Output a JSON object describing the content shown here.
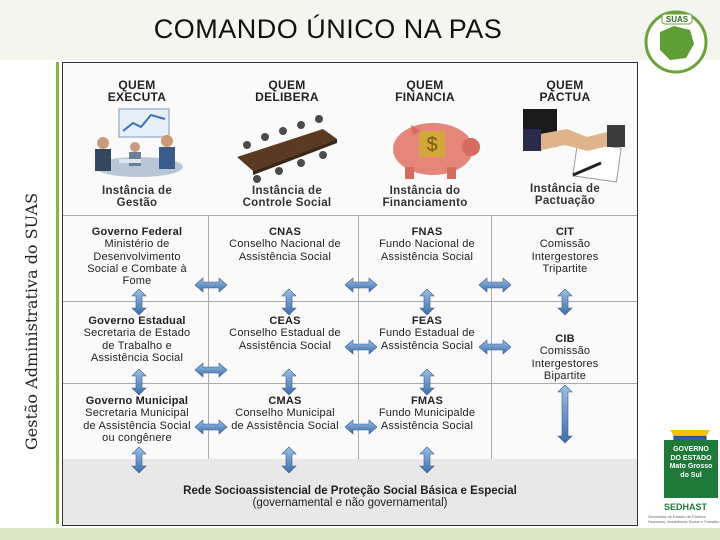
{
  "title": "COMANDO ÚNICO NA PAS",
  "side_label": "Gestão Administrativa do SUAS",
  "columns": [
    {
      "q1": "QUEM",
      "q2": "EXECUTA",
      "inst1": "Instância de",
      "inst2": "Gestão"
    },
    {
      "q1": "QUEM",
      "q2": "DELIBERA",
      "inst1": "Instância de",
      "inst2": "Controle Social"
    },
    {
      "q1": "QUEM",
      "q2": "FINANCIA",
      "inst1": "Instância do",
      "inst2": "Financiamento"
    },
    {
      "q1": "QUEM",
      "q2": "PACTUA",
      "inst1": "Instância de",
      "inst2": "Pactuação"
    }
  ],
  "federal": {
    "gestao": {
      "head": "Governo Federal",
      "l1": "Ministério de",
      "l2": "Desenvolvimento",
      "l3": "Social e Combate à",
      "l4": "Fome"
    },
    "controle": {
      "head": "CNAS",
      "l1": "Conselho Nacional de",
      "l2": "Assistência Social"
    },
    "fin": {
      "head": "FNAS",
      "l1": "Fundo Nacional de",
      "l2": "Assistência Social"
    },
    "pact": {
      "head": "CIT",
      "l1": "Comissão",
      "l2": "Intergestores",
      "l3": "Tripartite"
    }
  },
  "estadual": {
    "gestao": {
      "head": "Governo Estadual",
      "l1": "Secretaria de Estado",
      "l2": "de Trabalho e",
      "l3": "Assistência Social"
    },
    "controle": {
      "head": "CEAS",
      "l1": "Conselho Estadual de",
      "l2": "Assistência Social"
    },
    "fin": {
      "head": "FEAS",
      "l1": "Fundo Estadual de",
      "l2": "Assistência Social"
    },
    "pact": {
      "head": "CIB",
      "l1": "Comissão",
      "l2": "Intergestores",
      "l3": "Bipartite"
    }
  },
  "municipal": {
    "gestao": {
      "head": "Governo Municipal",
      "l1": "Secretaria Municipal",
      "l2": "de Assistência Social",
      "l3": "ou congênere"
    },
    "controle": {
      "head": "CMAS",
      "l1": "Conselho Municipal",
      "l2": "de Assistência Social"
    },
    "fin": {
      "head": "FMAS",
      "l1": "Fundo Municipalde",
      "l2": "Assistência Social"
    }
  },
  "footer": {
    "l1": "Rede Socioassistencial de Proteção Social Básica e Especial",
    "l2": "(governamental e não governamental)"
  },
  "logos": {
    "suas": "SUAS",
    "gov1": "GOVERNO",
    "gov2": "DO ESTADO",
    "gov3": "Mato Grosso",
    "gov4": "do Sul",
    "sedhast": "SEDHAST",
    "sedhast_sub": "Secretaria de Estado de Direitos Humanos, Assistência Social e Trabalho"
  },
  "colors": {
    "accent_green": "#8bb34a",
    "arrow_blue": "#4f7fb8",
    "gov_green": "#1f7a3a"
  }
}
